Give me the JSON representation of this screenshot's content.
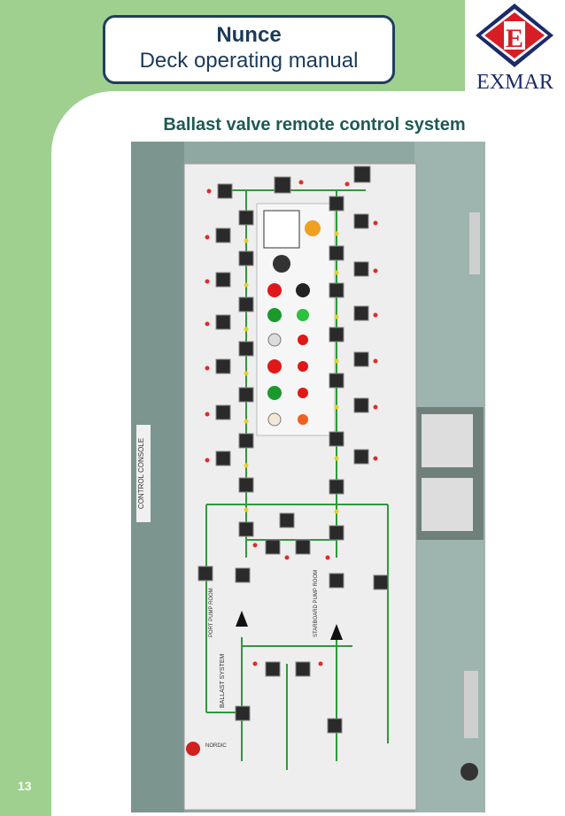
{
  "header": {
    "title": "Nunce",
    "subtitle": "Deck operating manual"
  },
  "logo": {
    "letter": "E",
    "name": "EXMAR",
    "colors": {
      "red": "#d81e25",
      "navy": "#1b2a6a"
    }
  },
  "section_title": "Ballast valve remote control system",
  "page_number": "13",
  "panel": {
    "side_label": "CONTROL CONSOLE",
    "system_label": "BALLAST SYSTEM",
    "port_room": "PORT PUMP ROOM",
    "stbd_room": "STARBOARD PUMP ROOM",
    "brand": "NORDIC"
  },
  "colors": {
    "background": "#9fd08f",
    "title_text": "#1b3a5b",
    "section_title": "#1f5a55"
  }
}
